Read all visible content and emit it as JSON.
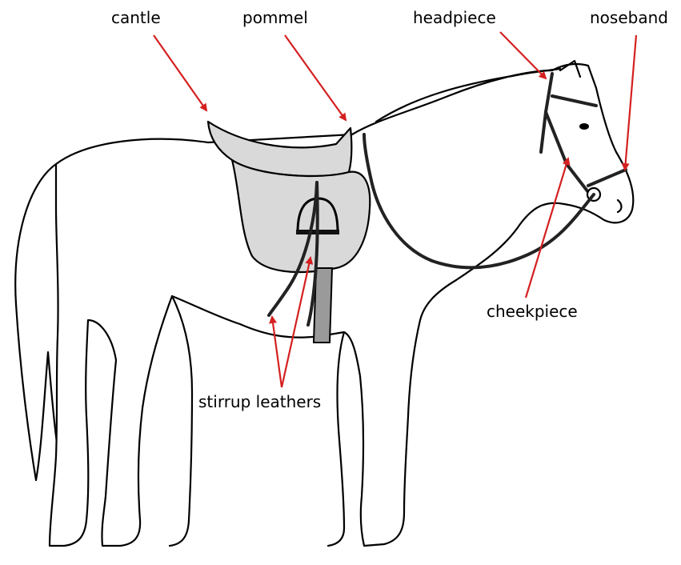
{
  "labels": {
    "cantle": "cantle",
    "pommel": "pommel",
    "headpiece": "headpiece",
    "noseband": "noseband",
    "cheekpiece": "cheekpiece",
    "stirrup_leathers": "stirrup leathers"
  },
  "colors": {
    "pointer": "#d42020",
    "saddle": "#d9d9d9",
    "outline": "#000000"
  }
}
